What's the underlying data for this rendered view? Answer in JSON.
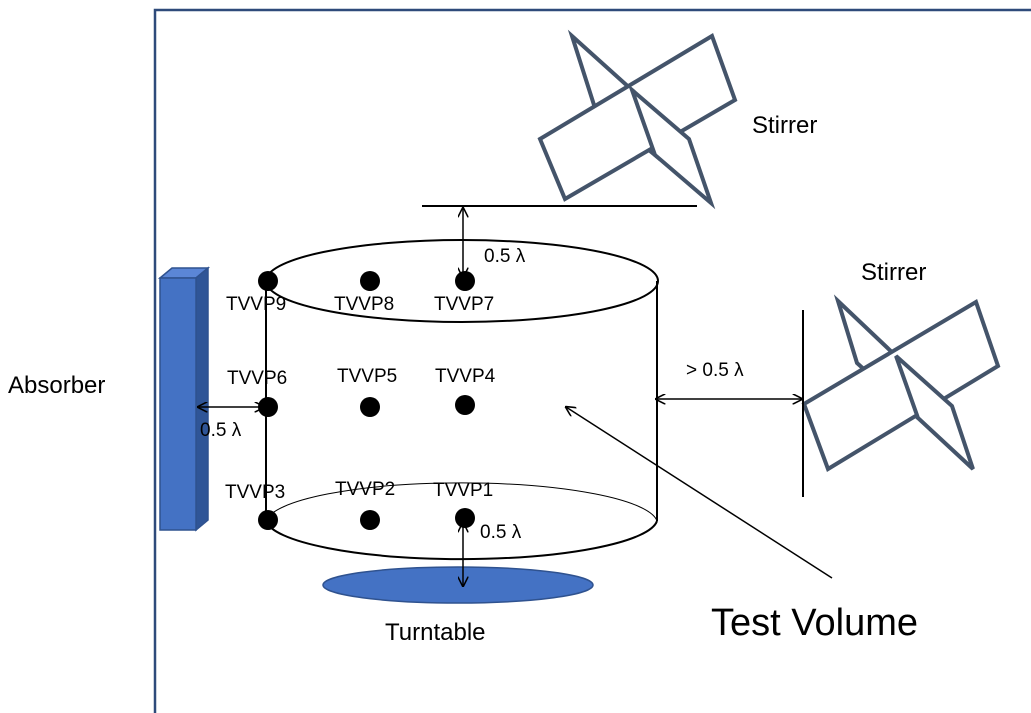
{
  "labels": {
    "stirrer_top": "Stirrer",
    "stirrer_right": "Stirrer",
    "absorber": "Absorber",
    "turntable": "Turntable",
    "test_volume": "Test Volume",
    "gap_top": "0.5 λ",
    "gap_left": "0.5 λ",
    "gap_bottom": "0.5 λ",
    "gap_right": "> 0.5 λ"
  },
  "points": [
    "TVVP1",
    "TVVP2",
    "TVVP3",
    "TVVP4",
    "TVVP5",
    "TVVP6",
    "TVVP7",
    "TVVP8",
    "TVVP9"
  ],
  "colors": {
    "chamber_wall": "#2e4a7a",
    "absorber_fill": "#4472c4",
    "absorber_edge": "#2f528f",
    "turntable_fill": "#4472c4",
    "stirrer_stroke": "#44546a",
    "point_fill": "#000000"
  }
}
